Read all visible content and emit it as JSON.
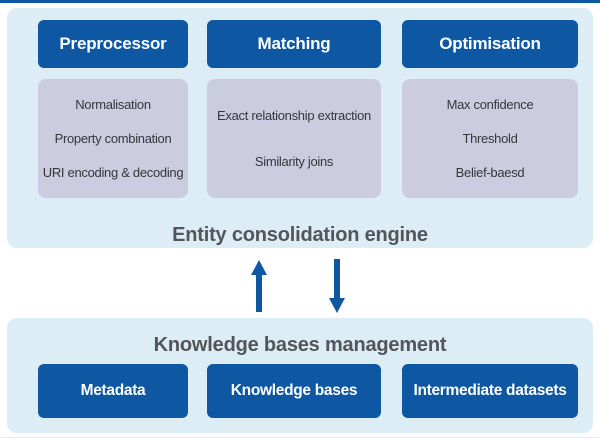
{
  "colors": {
    "primary_blue": "#0d57a3",
    "panel_light_blue": "#dcedf5",
    "lavender": "#cbccdf",
    "title_gray": "#54555a",
    "item_text": "#36363a"
  },
  "engine_section": {
    "title": "Entity consolidation engine",
    "columns": [
      {
        "header": "Preprocessor",
        "items": [
          "Normalisation",
          "Property combination",
          "URI encoding & decoding"
        ]
      },
      {
        "header": "Matching",
        "items": [
          "Exact relationship extraction",
          "Similarity joins"
        ]
      },
      {
        "header": "Optimisation",
        "items": [
          "Max confidence",
          "Threshold",
          "Belief-baesd"
        ]
      }
    ]
  },
  "arrows": {
    "up_icon": "up-arrow",
    "down_icon": "down-arrow"
  },
  "management_section": {
    "title": "Knowledge bases management",
    "boxes": [
      {
        "label": "Metadata"
      },
      {
        "label": "Knowledge bases"
      },
      {
        "label": "Intermediate datasets"
      }
    ]
  }
}
